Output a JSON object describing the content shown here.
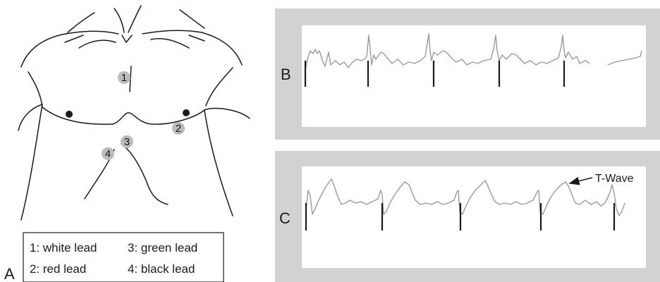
{
  "panels": {
    "a": {
      "letter": "A"
    },
    "b": {
      "letter": "B"
    },
    "c": {
      "letter": "C"
    }
  },
  "electrodes": [
    {
      "id": "1"
    },
    {
      "id": "2"
    },
    {
      "id": "3"
    },
    {
      "id": "4"
    }
  ],
  "legend": {
    "items": [
      "1: white lead",
      "3: green lead",
      "2: red lead",
      "4: black lead"
    ]
  },
  "annotation": {
    "label": "T-Wave"
  },
  "colors": {
    "panel_bg": "#d2d2d2",
    "trace": "#9a9a9a",
    "marker": "#1a1a1a",
    "electrode_fill": "#bcbcbc"
  }
}
